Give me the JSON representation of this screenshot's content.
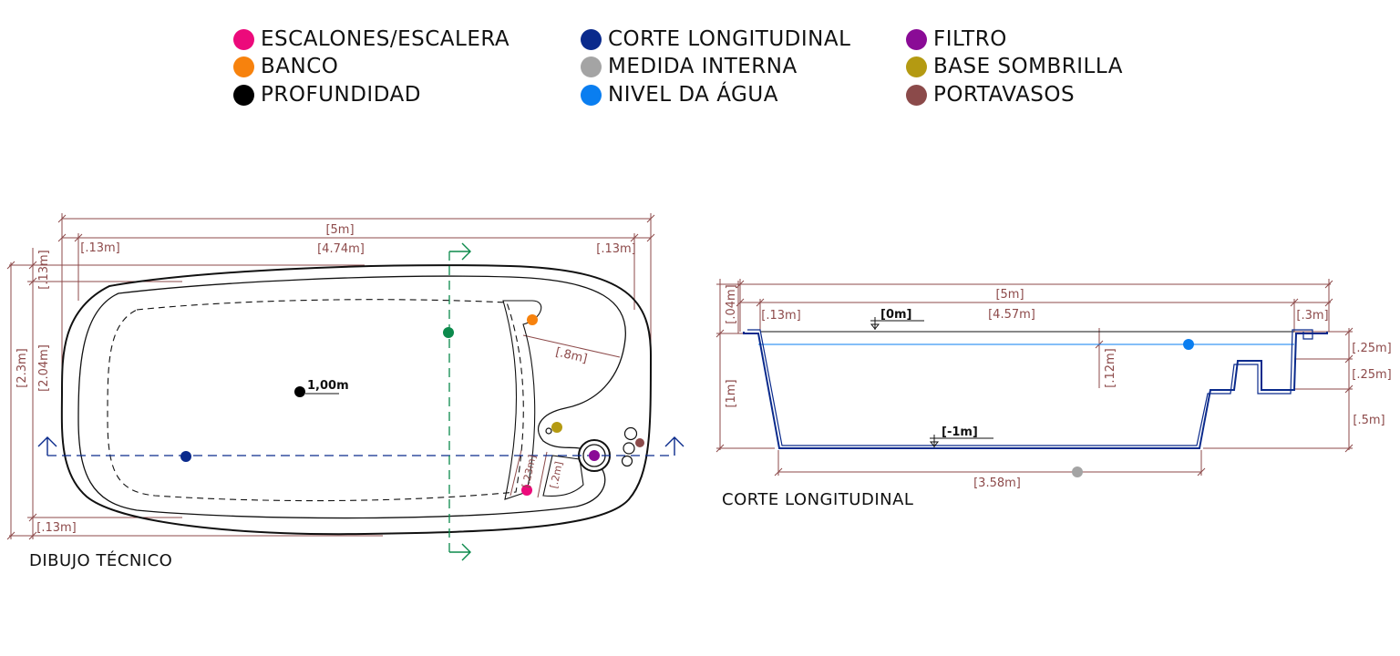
{
  "legend": {
    "items": [
      {
        "label": "ESCALONES/ESCALERA",
        "color": "#ec0a7b"
      },
      {
        "label": "BANCO",
        "color": "#f7820d"
      },
      {
        "label": "PROFUNDIDAD",
        "color": "#000000"
      },
      {
        "label": "CORTE LONGITUDINAL",
        "color": "#0a2a8c"
      },
      {
        "label": "MEDIDA INTERNA",
        "color": "#a4a4a4"
      },
      {
        "label": "NIVEL DA ÁGUA",
        "color": "#0a7ef0"
      },
      {
        "label": "FILTRO",
        "color": "#8a0b96"
      },
      {
        "label": "BASE SOMBRILLA",
        "color": "#b49a12"
      },
      {
        "label": "PORTAVASOS",
        "color": "#8b4a4a"
      }
    ]
  },
  "plan": {
    "caption": "DIBUJO TÉCNICO",
    "dims": {
      "total_length": "[5m]",
      "inner_length": "[4.74m]",
      "border_left": "[.13m]",
      "border_right": "[.13m]",
      "border_top": "[.13m]",
      "border_bottom": "[.13m]",
      "total_width": "[2.3m]",
      "inner_width": "[2.04m]",
      "bench": "[.8m]",
      "step1": "[.23m]",
      "step2": "[.2m]"
    },
    "depth_label": "1,00m"
  },
  "section": {
    "caption": "CORTE LONGITUDINAL",
    "dims": {
      "total_length": "[5m]",
      "inner_length": "[4.57m]",
      "border_left": "[.13m]",
      "border_right": "[.3m]",
      "rim": "[.04m]",
      "depth": "[1m]",
      "water_gap": "[.12m]",
      "step_a": "[.25m]",
      "step_b": "[.25m]",
      "step_c": "[.5m]",
      "floor_length": "[3.58m]"
    },
    "level_top": "[0m]",
    "level_bottom": "[-1m]"
  },
  "colors": {
    "dimension": "#8d4a4a",
    "section_arrow": "#0c8a4c",
    "outline": "#111111",
    "pool_section": "#0a2a8c"
  }
}
